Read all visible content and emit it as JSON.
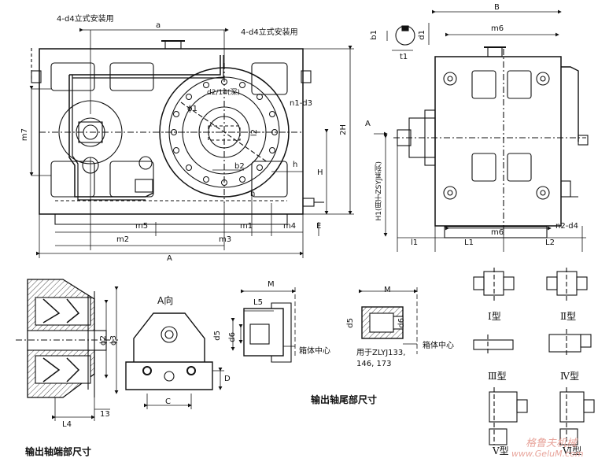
{
  "front_view": {
    "install_left": "4-d4立式安装用",
    "install_right": "4-d4立式安装用",
    "a": "a",
    "d2_note": "d2/14(深)",
    "phi1": "ϕ1",
    "n1_d3": "n1-d3",
    "l2": "l2",
    "b2": "b2",
    "h": "h",
    "h_small": "h",
    "m7": "m7",
    "H": "H",
    "twoH": "2H",
    "m5": "m5",
    "m1": "m1",
    "m4": "m4",
    "m2": "m2",
    "m3": "m3",
    "A": "A",
    "E": "E"
  },
  "side_view": {
    "B": "B",
    "b1": "b1",
    "d1": "d1",
    "t1": "t1",
    "m6_top": "m6",
    "m6_bottom": "m6",
    "A_arrow": "A",
    "H1_note": "H1(用于ZSYJ系列)",
    "n2_d4": "n2-d4",
    "l1": "l1",
    "L1": "L1",
    "L2": "L2"
  },
  "shaft_end": {
    "phi2": "ϕ2",
    "phi3": "ϕ3",
    "d13": "13",
    "L4": "L4",
    "caption": "输出轴端部尺寸"
  },
  "view_a": {
    "title": "A向",
    "C": "C",
    "D": "D"
  },
  "shaft_tail": {
    "M": "M",
    "L5": "L5",
    "d5": "d5",
    "d6": "d6",
    "center": "箱体中心",
    "M2": "M",
    "d5b": "d5",
    "d6b": "d6",
    "center2": "箱体中心",
    "note1": "用于ZLYJ133,",
    "note2": "146, 173",
    "caption": "输出轴尾部尺寸"
  },
  "types": {
    "t1": "Ⅰ型",
    "t2": "Ⅱ型",
    "t3": "Ⅲ型",
    "t4": "Ⅳ型",
    "t5": "Ⅴ型",
    "t6": "Ⅵ型"
  },
  "watermark": {
    "cn": "格鲁夫机械",
    "url": "www.GeluM.com"
  }
}
